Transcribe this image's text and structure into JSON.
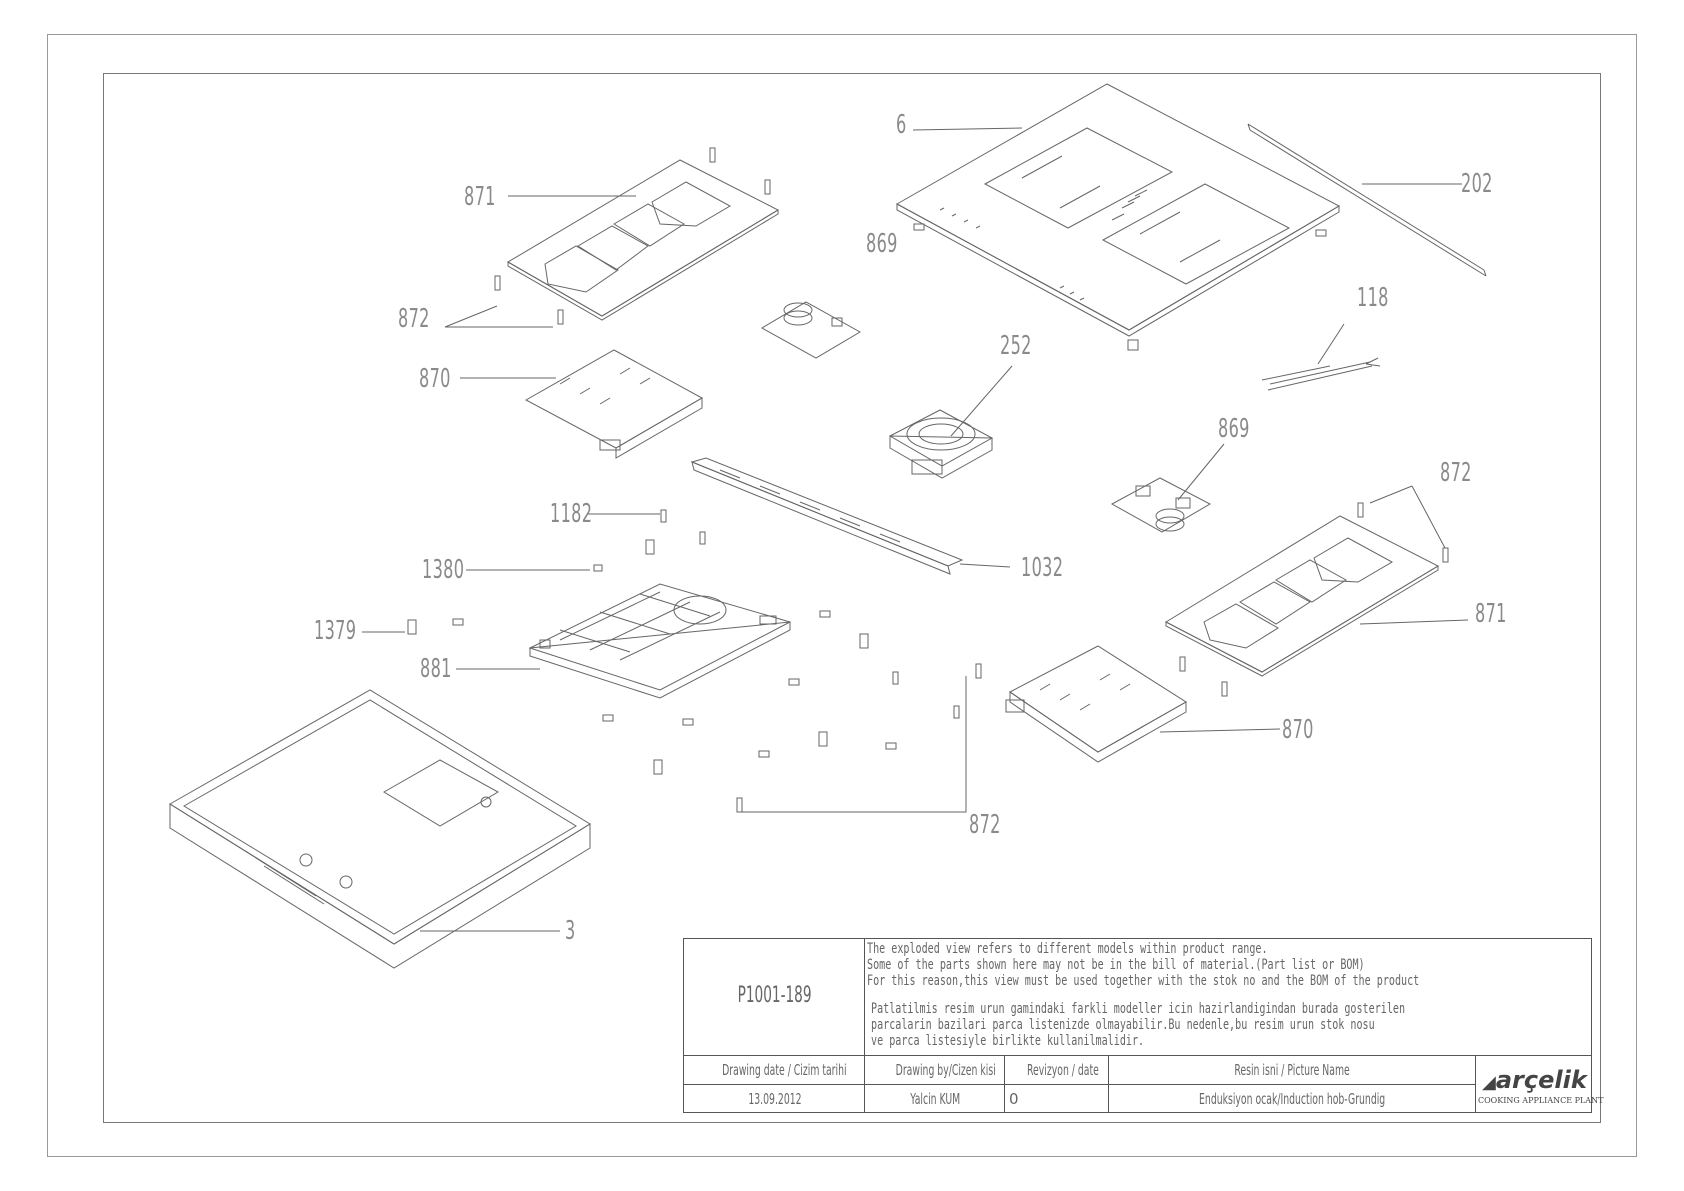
{
  "callouts": {
    "c6": "6",
    "c202": "202",
    "c871a": "871",
    "c869a": "869",
    "c872a": "872",
    "c870a": "870",
    "c252": "252",
    "c118": "118",
    "c869b": "869",
    "c872b": "872",
    "c1182": "1182",
    "c1380": "1380",
    "c1032": "1032",
    "c1379": "1379",
    "c881": "881",
    "c871b": "871",
    "c870b": "870",
    "c872c": "872",
    "c3": "3"
  },
  "title_block": {
    "drawing_no": "P1001-189",
    "note_en": [
      "The exploded view refers to different models within product range.",
      "Some of the parts shown here may not be in the bill of material.(Part list or BOM)",
      "For this reason,this view must be used together with the stok no and the BOM of the product"
    ],
    "note_tr": [
      "Patlatilmis resim urun gamindaki farkli modeller icin hazirlandigindan burada gosterilen",
      "parcalarin bazilari parca listenizde olmayabilir.Bu nedenle,bu resim urun stok nosu",
      "ve parca listesiyle birlikte kullanilmalidir."
    ],
    "headers": {
      "date": "Drawing date / Cizim tarihi",
      "by": "Drawing by/Cizen kisi",
      "rev": "Revizyon / date",
      "name": "Resin isni / Picture Name"
    },
    "values": {
      "date": "13.09.2012",
      "by": "Yalcin KUM",
      "rev": "0",
      "name": "Enduksiyon ocak/Induction hob-Grundig"
    },
    "logo": "arçelik",
    "logo_sub": "COOKING APPLIANCE PLANT"
  }
}
